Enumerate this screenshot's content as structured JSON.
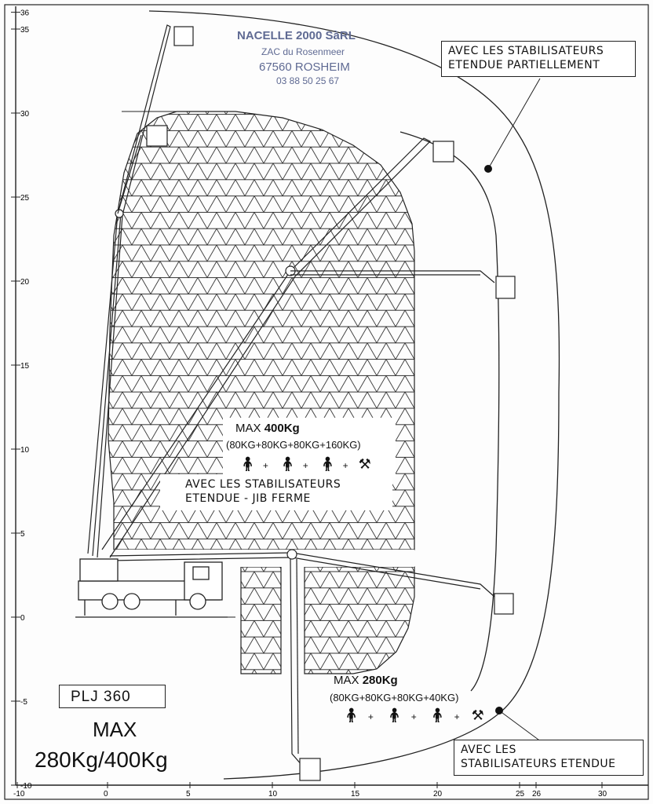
{
  "company": {
    "name": "NACELLE 2000 SàRL",
    "address": "ZAC du Rosenmeer",
    "city": "67560 ROSHEIM",
    "phone": "03 88 50 25 67"
  },
  "annotations": {
    "partial": [
      "AVEC LES STABILISATEURS",
      "ETENDUE PARTIELLEMENT"
    ],
    "jib_closed": [
      "AVEC LES STABILISATEURS",
      "ETENDUE - JIB FERME"
    ],
    "extended": [
      "AVEC LES",
      "STABILISATEURS ETENDUE"
    ]
  },
  "load_upper": {
    "max_label": "MAX",
    "max_value": "400Kg",
    "breakdown": "(80KG+80KG+80KG+160KG)"
  },
  "load_lower": {
    "max_label": "MAX",
    "max_value": "280Kg",
    "breakdown": "(80KG+80KG+80KG+40KG)"
  },
  "model": {
    "name": "PLJ 360",
    "max_line1": "MAX",
    "max_line2": "280Kg/400Kg"
  },
  "y_axis_ticks": [
    "36",
    "35",
    "30",
    "25",
    "20",
    "15",
    "10",
    "5",
    "0",
    "-5",
    "-10"
  ],
  "x_axis_ticks": [
    "-10",
    "0",
    "5",
    "10",
    "15",
    "20",
    "25",
    "26",
    "30"
  ],
  "icons": [
    "person-icon",
    "tools-icon"
  ]
}
